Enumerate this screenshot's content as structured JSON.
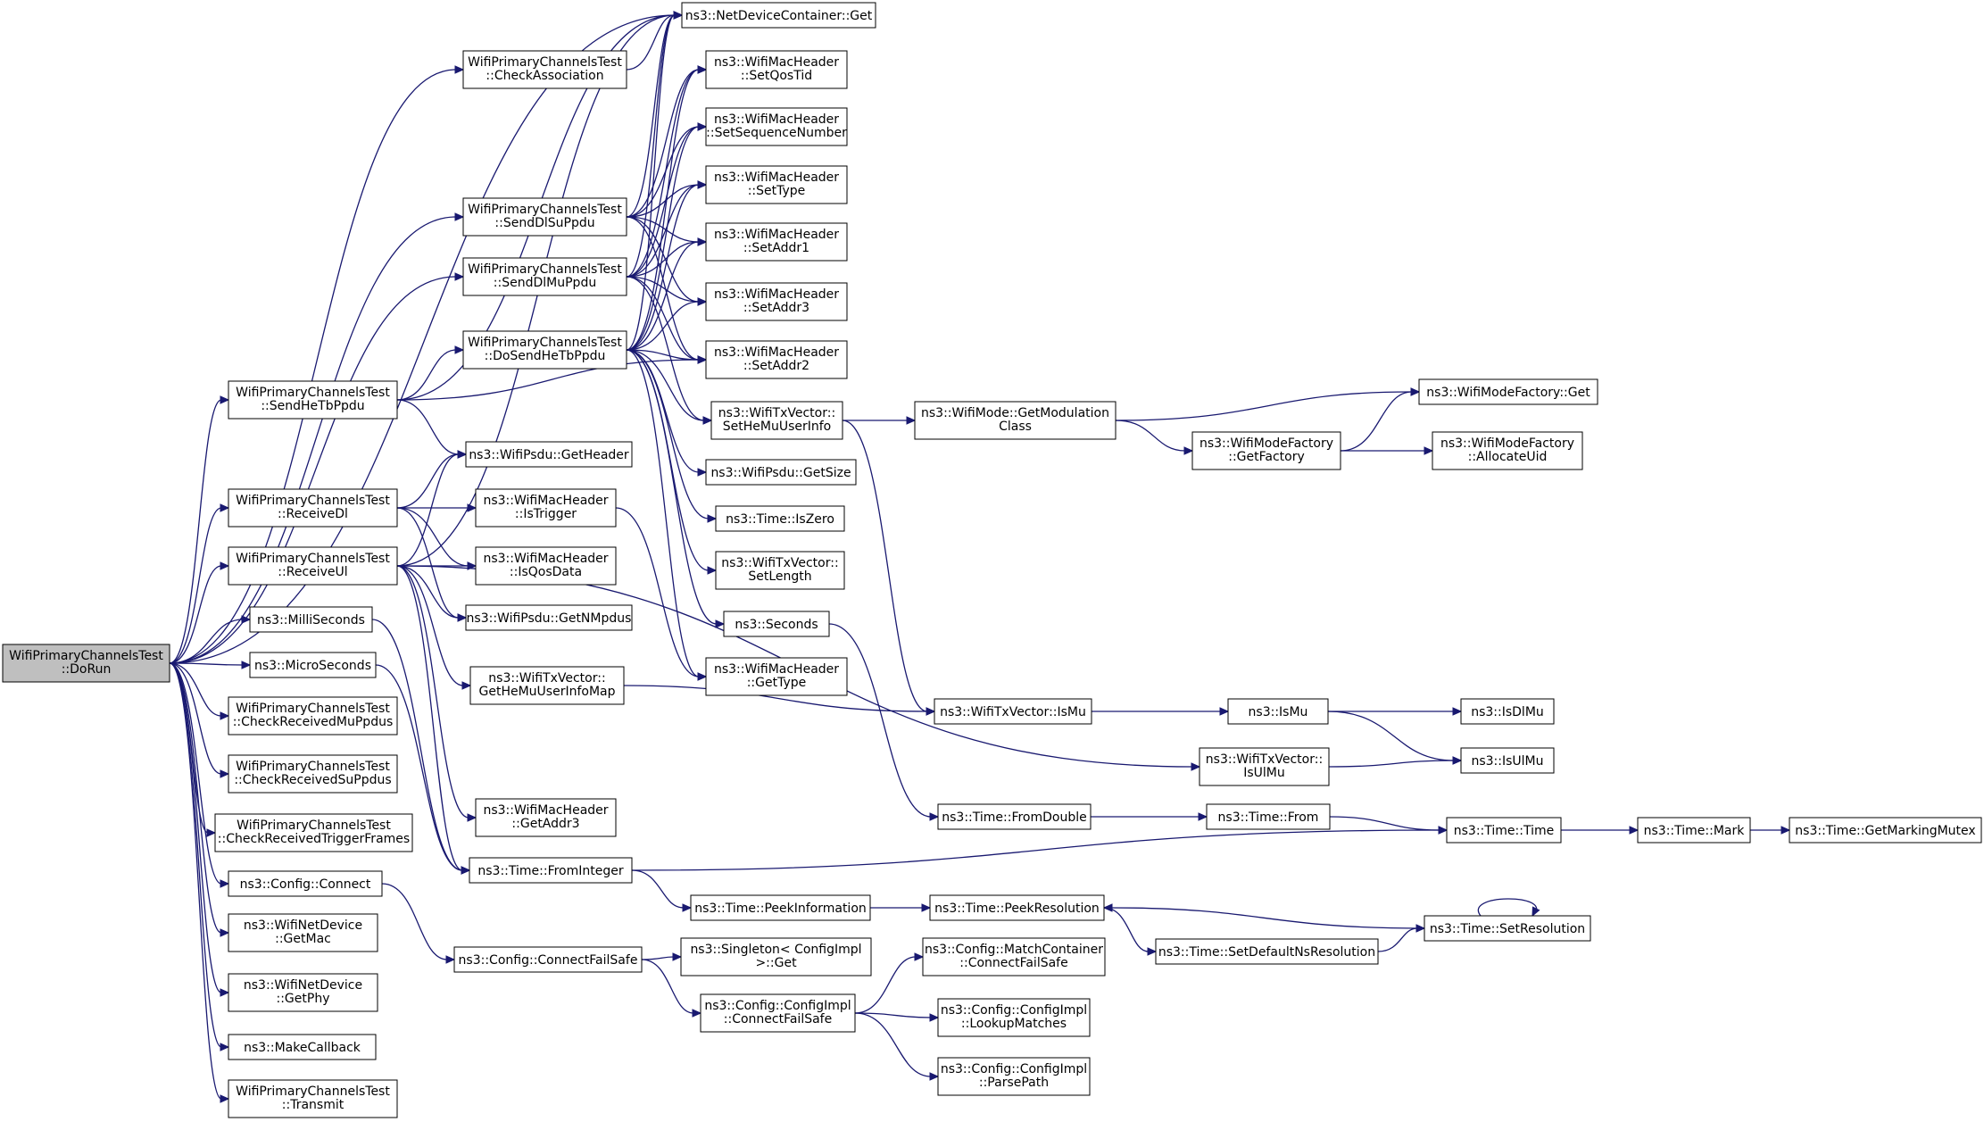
{
  "nodes": [
    {
      "id": "root",
      "lines": [
        "WifiPrimaryChannelsTest",
        "::DoRun"
      ],
      "root": true
    },
    {
      "id": "ndc_get",
      "lines": [
        "ns3::NetDeviceContainer::Get"
      ]
    },
    {
      "id": "check_assoc",
      "lines": [
        "WifiPrimaryChannelsTest",
        "::CheckAssociation"
      ]
    },
    {
      "id": "set_qos_tid",
      "lines": [
        "ns3::WifiMacHeader",
        "::SetQosTid"
      ]
    },
    {
      "id": "set_seq",
      "lines": [
        "ns3::WifiMacHeader",
        "::SetSequenceNumber"
      ]
    },
    {
      "id": "set_type",
      "lines": [
        "ns3::WifiMacHeader",
        "::SetType"
      ]
    },
    {
      "id": "send_dl_su",
      "lines": [
        "WifiPrimaryChannelsTest",
        "::SendDlSuPpdu"
      ]
    },
    {
      "id": "set_addr1",
      "lines": [
        "ns3::WifiMacHeader",
        "::SetAddr1"
      ]
    },
    {
      "id": "send_dl_mu",
      "lines": [
        "WifiPrimaryChannelsTest",
        "::SendDlMuPpdu"
      ]
    },
    {
      "id": "set_addr3",
      "lines": [
        "ns3::WifiMacHeader",
        "::SetAddr3"
      ]
    },
    {
      "id": "do_send_he_tb",
      "lines": [
        "WifiPrimaryChannelsTest",
        "::DoSendHeTbPpdu"
      ]
    },
    {
      "id": "set_addr2",
      "lines": [
        "ns3::WifiMacHeader",
        "::SetAddr2"
      ]
    },
    {
      "id": "send_he_tb",
      "lines": [
        "WifiPrimaryChannelsTest",
        "::SendHeTbPpdu"
      ]
    },
    {
      "id": "set_he_mu_user_info",
      "lines": [
        "ns3::WifiTxVector::",
        "SetHeMuUserInfo"
      ]
    },
    {
      "id": "get_modulation_class",
      "lines": [
        "ns3::WifiMode::GetModulation",
        "Class"
      ]
    },
    {
      "id": "wmf_get",
      "lines": [
        "ns3::WifiModeFactory::Get"
      ]
    },
    {
      "id": "wmf_get_factory",
      "lines": [
        "ns3::WifiModeFactory",
        "::GetFactory"
      ]
    },
    {
      "id": "wmf_allocate_uid",
      "lines": [
        "ns3::WifiModeFactory",
        "::AllocateUid"
      ]
    },
    {
      "id": "psdu_get_header",
      "lines": [
        "ns3::WifiPsdu::GetHeader"
      ]
    },
    {
      "id": "psdu_get_size",
      "lines": [
        "ns3::WifiPsdu::GetSize"
      ]
    },
    {
      "id": "receive_dl",
      "lines": [
        "WifiPrimaryChannelsTest",
        "::ReceiveDl"
      ]
    },
    {
      "id": "is_trigger",
      "lines": [
        "ns3::WifiMacHeader",
        "::IsTrigger"
      ]
    },
    {
      "id": "time_is_zero",
      "lines": [
        "ns3::Time::IsZero"
      ]
    },
    {
      "id": "receive_ul",
      "lines": [
        "WifiPrimaryChannelsTest",
        "::ReceiveUl"
      ]
    },
    {
      "id": "is_qos_data",
      "lines": [
        "ns3::WifiMacHeader",
        "::IsQosData"
      ]
    },
    {
      "id": "set_length",
      "lines": [
        "ns3::WifiTxVector::",
        "SetLength"
      ]
    },
    {
      "id": "milliseconds",
      "lines": [
        "ns3::MilliSeconds"
      ]
    },
    {
      "id": "get_n_mpdus",
      "lines": [
        "ns3::WifiPsdu::GetNMpdus"
      ]
    },
    {
      "id": "seconds",
      "lines": [
        "ns3::Seconds"
      ]
    },
    {
      "id": "microseconds",
      "lines": [
        "ns3::MicroSeconds"
      ]
    },
    {
      "id": "get_he_mu_user_info_map",
      "lines": [
        "ns3::WifiTxVector::",
        "GetHeMuUserInfoMap"
      ]
    },
    {
      "id": "mac_get_type",
      "lines": [
        "ns3::WifiMacHeader",
        "::GetType"
      ]
    },
    {
      "id": "txv_is_mu",
      "lines": [
        "ns3::WifiTxVector::IsMu"
      ]
    },
    {
      "id": "is_mu",
      "lines": [
        "ns3::IsMu"
      ]
    },
    {
      "id": "is_dl_mu",
      "lines": [
        "ns3::IsDlMu"
      ]
    },
    {
      "id": "check_rx_mu",
      "lines": [
        "WifiPrimaryChannelsTest",
        "::CheckReceivedMuPpdus"
      ]
    },
    {
      "id": "txv_is_ul_mu",
      "lines": [
        "ns3::WifiTxVector::",
        "IsUlMu"
      ]
    },
    {
      "id": "is_ul_mu",
      "lines": [
        "ns3::IsUlMu"
      ]
    },
    {
      "id": "check_rx_su",
      "lines": [
        "WifiPrimaryChannelsTest",
        "::CheckReceivedSuPpdus"
      ]
    },
    {
      "id": "mac_get_addr3",
      "lines": [
        "ns3::WifiMacHeader",
        "::GetAddr3"
      ]
    },
    {
      "id": "check_rx_trig",
      "lines": [
        "WifiPrimaryChannelsTest",
        "::CheckReceivedTriggerFrames"
      ]
    },
    {
      "id": "time_from_double",
      "lines": [
        "ns3::Time::FromDouble"
      ]
    },
    {
      "id": "time_from",
      "lines": [
        "ns3::Time::From"
      ]
    },
    {
      "id": "time_time",
      "lines": [
        "ns3::Time::Time"
      ]
    },
    {
      "id": "time_mark",
      "lines": [
        "ns3::Time::Mark"
      ]
    },
    {
      "id": "time_get_marking_mutex",
      "lines": [
        "ns3::Time::GetMarkingMutex"
      ]
    },
    {
      "id": "config_connect",
      "lines": [
        "ns3::Config::Connect"
      ]
    },
    {
      "id": "time_from_integer",
      "lines": [
        "ns3::Time::FromInteger"
      ]
    },
    {
      "id": "time_peek_information",
      "lines": [
        "ns3::Time::PeekInformation"
      ]
    },
    {
      "id": "time_peek_resolution",
      "lines": [
        "ns3::Time::PeekResolution"
      ]
    },
    {
      "id": "time_set_resolution",
      "lines": [
        "ns3::Time::SetResolution"
      ]
    },
    {
      "id": "time_set_default_ns",
      "lines": [
        "ns3::Time::SetDefaultNsResolution"
      ]
    },
    {
      "id": "netdev_get_mac",
      "lines": [
        "ns3::WifiNetDevice",
        "::GetMac"
      ]
    },
    {
      "id": "singleton_get",
      "lines": [
        "ns3::Singleton< ConfigImpl",
        " >::Get"
      ]
    },
    {
      "id": "cfg_match_connect",
      "lines": [
        "ns3::Config::MatchContainer",
        "::ConnectFailSafe"
      ]
    },
    {
      "id": "config_connect_failsafe",
      "lines": [
        "ns3::Config::ConnectFailSafe"
      ]
    },
    {
      "id": "cfgimpl_connect_failsafe",
      "lines": [
        "ns3::Config::ConfigImpl",
        "::ConnectFailSafe"
      ]
    },
    {
      "id": "netdev_get_phy",
      "lines": [
        "ns3::WifiNetDevice",
        "::GetPhy"
      ]
    },
    {
      "id": "cfgimpl_lookup",
      "lines": [
        "ns3::Config::ConfigImpl",
        "::LookupMatches"
      ]
    },
    {
      "id": "make_callback",
      "lines": [
        "ns3::MakeCallback"
      ]
    },
    {
      "id": "cfgimpl_parse_path",
      "lines": [
        "ns3::Config::ConfigImpl",
        "::ParsePath"
      ]
    },
    {
      "id": "transmit",
      "lines": [
        "WifiPrimaryChannelsTest",
        "::Transmit"
      ]
    }
  ],
  "edges": [
    [
      "root",
      "ndc_get"
    ],
    [
      "root",
      "check_assoc"
    ],
    [
      "root",
      "send_dl_su"
    ],
    [
      "root",
      "send_dl_mu"
    ],
    [
      "root",
      "send_he_tb"
    ],
    [
      "root",
      "receive_dl"
    ],
    [
      "root",
      "receive_ul"
    ],
    [
      "root",
      "milliseconds"
    ],
    [
      "root",
      "microseconds"
    ],
    [
      "root",
      "check_rx_mu"
    ],
    [
      "root",
      "check_rx_su"
    ],
    [
      "root",
      "check_rx_trig"
    ],
    [
      "root",
      "config_connect"
    ],
    [
      "root",
      "netdev_get_mac"
    ],
    [
      "root",
      "netdev_get_phy"
    ],
    [
      "root",
      "make_callback"
    ],
    [
      "root",
      "transmit"
    ],
    [
      "check_assoc",
      "ndc_get"
    ],
    [
      "send_dl_su",
      "ndc_get"
    ],
    [
      "send_dl_su",
      "set_qos_tid"
    ],
    [
      "send_dl_su",
      "set_seq"
    ],
    [
      "send_dl_su",
      "set_type"
    ],
    [
      "send_dl_su",
      "set_addr1"
    ],
    [
      "send_dl_su",
      "set_addr3"
    ],
    [
      "send_dl_su",
      "set_addr2"
    ],
    [
      "send_dl_mu",
      "ndc_get"
    ],
    [
      "send_dl_mu",
      "set_qos_tid"
    ],
    [
      "send_dl_mu",
      "set_seq"
    ],
    [
      "send_dl_mu",
      "set_type"
    ],
    [
      "send_dl_mu",
      "set_addr1"
    ],
    [
      "send_dl_mu",
      "set_addr3"
    ],
    [
      "send_dl_mu",
      "set_addr2"
    ],
    [
      "send_dl_mu",
      "set_he_mu_user_info"
    ],
    [
      "do_send_he_tb",
      "ndc_get"
    ],
    [
      "do_send_he_tb",
      "set_qos_tid"
    ],
    [
      "do_send_he_tb",
      "set_seq"
    ],
    [
      "do_send_he_tb",
      "set_type"
    ],
    [
      "do_send_he_tb",
      "set_addr1"
    ],
    [
      "do_send_he_tb",
      "set_addr3"
    ],
    [
      "do_send_he_tb",
      "set_addr2"
    ],
    [
      "do_send_he_tb",
      "set_he_mu_user_info"
    ],
    [
      "do_send_he_tb",
      "psdu_get_size"
    ],
    [
      "do_send_he_tb",
      "time_is_zero"
    ],
    [
      "do_send_he_tb",
      "set_length"
    ],
    [
      "do_send_he_tb",
      "seconds"
    ],
    [
      "do_send_he_tb",
      "mac_get_type"
    ],
    [
      "send_he_tb",
      "ndc_get"
    ],
    [
      "send_he_tb",
      "do_send_he_tb"
    ],
    [
      "send_he_tb",
      "set_addr2"
    ],
    [
      "send_he_tb",
      "psdu_get_header"
    ],
    [
      "set_he_mu_user_info",
      "get_modulation_class"
    ],
    [
      "set_he_mu_user_info",
      "txv_is_mu"
    ],
    [
      "get_modulation_class",
      "wmf_get"
    ],
    [
      "get_modulation_class",
      "wmf_get_factory"
    ],
    [
      "wmf_get_factory",
      "wmf_get"
    ],
    [
      "wmf_get_factory",
      "wmf_allocate_uid"
    ],
    [
      "receive_dl",
      "psdu_get_header"
    ],
    [
      "receive_dl",
      "is_trigger"
    ],
    [
      "receive_dl",
      "is_qos_data"
    ],
    [
      "receive_dl",
      "get_n_mpdus"
    ],
    [
      "is_trigger",
      "mac_get_type"
    ],
    [
      "receive_ul",
      "ndc_get"
    ],
    [
      "receive_ul",
      "psdu_get_header"
    ],
    [
      "receive_ul",
      "is_qos_data"
    ],
    [
      "receive_ul",
      "get_n_mpdus"
    ],
    [
      "receive_ul",
      "get_he_mu_user_info_map"
    ],
    [
      "receive_ul",
      "txv_is_ul_mu"
    ],
    [
      "receive_ul",
      "mac_get_addr3"
    ],
    [
      "receive_ul",
      "time_from_integer"
    ],
    [
      "milliseconds",
      "time_from_integer"
    ],
    [
      "microseconds",
      "time_from_integer"
    ],
    [
      "seconds",
      "time_from_double"
    ],
    [
      "get_he_mu_user_info_map",
      "txv_is_mu"
    ],
    [
      "txv_is_mu",
      "is_mu"
    ],
    [
      "is_mu",
      "is_dl_mu"
    ],
    [
      "is_mu",
      "is_ul_mu"
    ],
    [
      "txv_is_ul_mu",
      "is_ul_mu"
    ],
    [
      "time_from_double",
      "time_from"
    ],
    [
      "time_from",
      "time_time"
    ],
    [
      "time_time",
      "time_mark"
    ],
    [
      "time_mark",
      "time_get_marking_mutex"
    ],
    [
      "time_from_integer",
      "time_time"
    ],
    [
      "time_from_integer",
      "time_peek_information"
    ],
    [
      "time_peek_information",
      "time_peek_resolution"
    ],
    [
      "time_peek_resolution",
      "time_set_default_ns"
    ],
    [
      "time_set_default_ns",
      "time_set_resolution"
    ],
    [
      "time_set_resolution",
      "time_peek_resolution"
    ],
    [
      "time_set_resolution",
      "time_set_resolution"
    ],
    [
      "config_connect",
      "config_connect_failsafe"
    ],
    [
      "config_connect_failsafe",
      "singleton_get"
    ],
    [
      "config_connect_failsafe",
      "cfgimpl_connect_failsafe"
    ],
    [
      "cfgimpl_connect_failsafe",
      "cfg_match_connect"
    ],
    [
      "cfgimpl_connect_failsafe",
      "cfgimpl_lookup"
    ],
    [
      "cfgimpl_connect_failsafe",
      "cfgimpl_parse_path"
    ]
  ],
  "colors": {
    "edge": "#191970",
    "root_fill": "#bfbfbf",
    "node_fill": "#ffffff",
    "border": "#000000"
  }
}
